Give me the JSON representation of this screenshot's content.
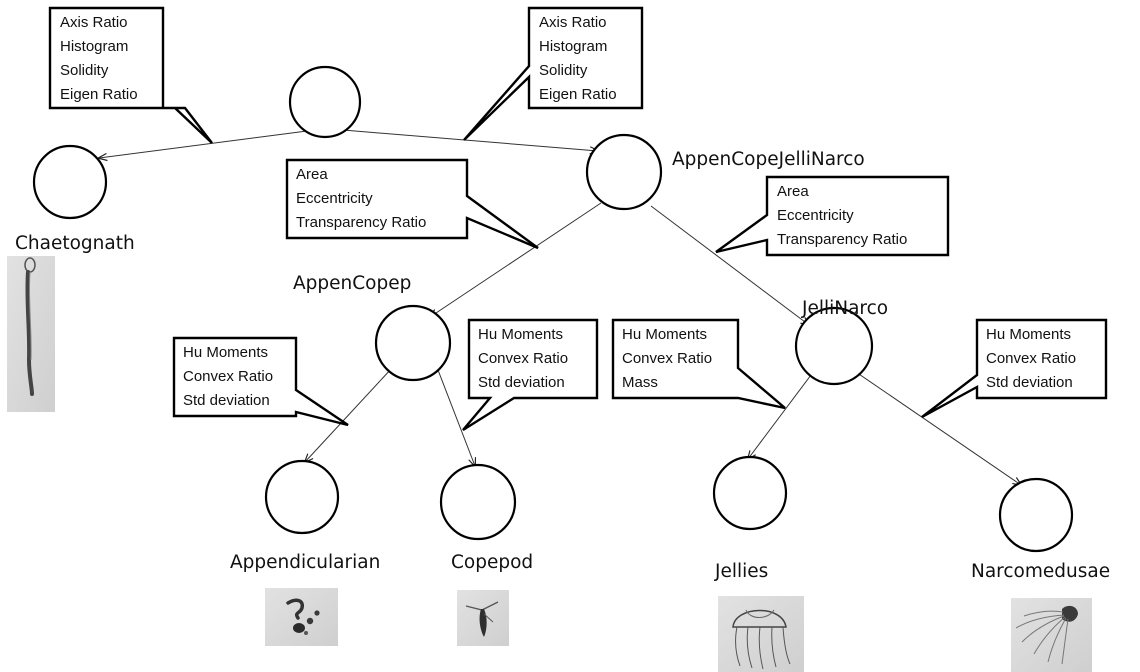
{
  "diagram": {
    "nodes": [
      {
        "id": "root",
        "label": ""
      },
      {
        "id": "chaetognath",
        "label": "Chaetognath",
        "image": "chaetognath-specimen"
      },
      {
        "id": "appencopejellinarco",
        "label": "AppenCopeJelliNarco"
      },
      {
        "id": "appencopep",
        "label": "AppenCopep"
      },
      {
        "id": "jellinarco",
        "label": "JelliNarco"
      },
      {
        "id": "appendicularian",
        "label": "Appendicularian",
        "image": "appendicularian-specimen"
      },
      {
        "id": "copepod",
        "label": "Copepod",
        "image": "copepod-specimen"
      },
      {
        "id": "jellies",
        "label": "Jellies",
        "image": "jellies-specimen"
      },
      {
        "id": "narcomedusae",
        "label": "Narcomedusae",
        "image": "narcomedusae-specimen"
      }
    ],
    "edges": [
      {
        "from": "root",
        "to": "chaetognath"
      },
      {
        "from": "root",
        "to": "appencopejellinarco"
      },
      {
        "from": "appencopejellinarco",
        "to": "appencopep"
      },
      {
        "from": "appencopejellinarco",
        "to": "jellinarco"
      },
      {
        "from": "appencopep",
        "to": "appendicularian"
      },
      {
        "from": "appencopep",
        "to": "copepod"
      },
      {
        "from": "jellinarco",
        "to": "jellies"
      },
      {
        "from": "jellinarco",
        "to": "narcomedusae"
      }
    ],
    "callouts": [
      {
        "edge": "root-chaetognath",
        "lines": [
          "Axis Ratio",
          "Histogram",
          "Solidity",
          "Eigen Ratio"
        ]
      },
      {
        "edge": "root-appencopejellinarco",
        "lines": [
          "Axis Ratio",
          "Histogram",
          "Solidity",
          "Eigen Ratio"
        ]
      },
      {
        "edge": "appencopejellinarco-appencopep",
        "lines": [
          "Area",
          "Eccentricity",
          "Transparency Ratio"
        ]
      },
      {
        "edge": "appencopejellinarco-jellinarco",
        "lines": [
          "Area",
          "Eccentricity",
          "Transparency Ratio"
        ]
      },
      {
        "edge": "appencopep-appendicularian",
        "lines": [
          "Hu Moments",
          "Convex Ratio",
          "Std deviation"
        ]
      },
      {
        "edge": "appencopep-copepod",
        "lines": [
          "Hu Moments",
          "Convex Ratio",
          "Std deviation"
        ]
      },
      {
        "edge": "jellinarco-jellies",
        "lines": [
          "Hu Moments",
          "Convex Ratio",
          "Mass"
        ]
      },
      {
        "edge": "jellinarco-narcomedusae",
        "lines": [
          "Hu Moments",
          "Convex Ratio",
          "Std deviation"
        ]
      }
    ]
  }
}
